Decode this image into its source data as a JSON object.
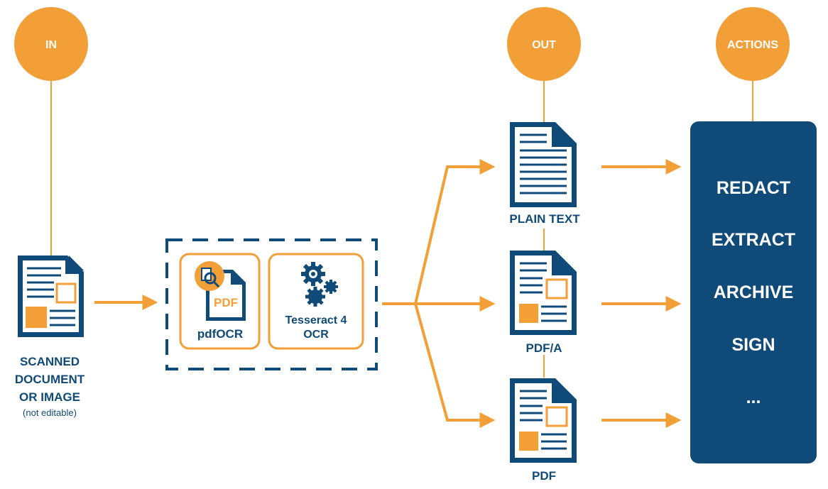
{
  "colors": {
    "orange": "#F29F38",
    "navy": "#0F4A78",
    "white": "#FFFFFF"
  },
  "circles": {
    "in": "IN",
    "out": "OUT",
    "actions": "ACTIONS"
  },
  "input": {
    "line1": "SCANNED",
    "line2": "DOCUMENT",
    "line3": "OR IMAGE",
    "note": "(not editable)"
  },
  "processing": {
    "pdfocr_badge": "PDF",
    "pdfocr_label": "pdfOCR",
    "tesseract_line1": "Tesseract 4",
    "tesseract_line2": "OCR"
  },
  "outputs": {
    "plain_text": "PLAIN TEXT",
    "pdfa": "PDF/A",
    "pdf": "PDF"
  },
  "actions": [
    "REDACT",
    "EXTRACT",
    "ARCHIVE",
    "SIGN",
    "..."
  ],
  "icons": [
    "document-image-icon",
    "pdf-magnifier-icon",
    "gears-icon",
    "text-document-icon",
    "arrow-icon"
  ]
}
